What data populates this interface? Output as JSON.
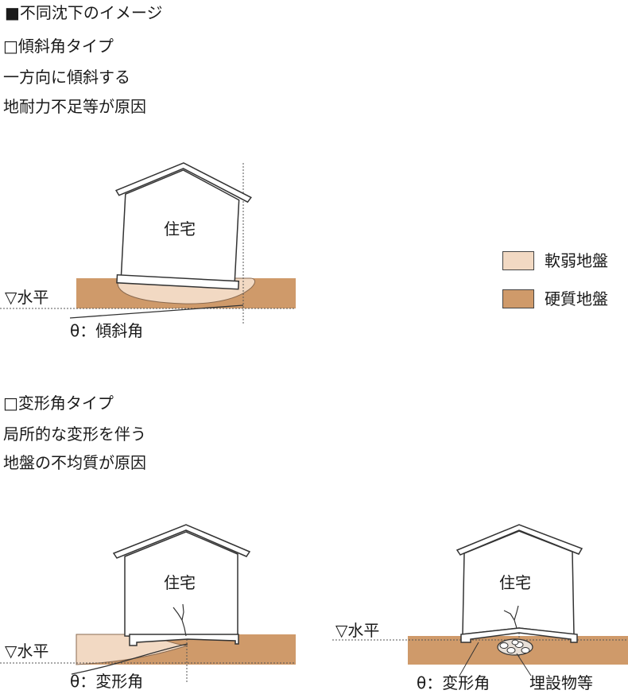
{
  "header": {
    "title": "■不同沈下のイメージ"
  },
  "tilt_section": {
    "heading": "□傾斜角タイプ",
    "line1": "一方向に傾斜する",
    "line2": "地耐力不足等が原因",
    "house_label": "住宅",
    "horizontal_label": "▽水平",
    "angle_label": "θ：傾斜角"
  },
  "deform_section": {
    "heading": "□変形角タイプ",
    "line1": "局所的な変形を伴う",
    "line2": "地盤の不均質が原因",
    "left": {
      "house_label": "住宅",
      "horizontal_label": "▽水平",
      "angle_label": "θ：変形角"
    },
    "right": {
      "house_label": "住宅",
      "horizontal_label": "▽水平",
      "angle_label": "θ：変形角",
      "buried_label": "埋設物等"
    }
  },
  "legend": {
    "items": [
      {
        "label": "軟弱地盤",
        "color": "#f2d9c3"
      },
      {
        "label": "硬質地盤",
        "color": "#cf9a6a"
      }
    ]
  },
  "colors": {
    "soft_ground": "#f2d9c3",
    "hard_ground": "#cf9a6a",
    "line": "#333333"
  }
}
